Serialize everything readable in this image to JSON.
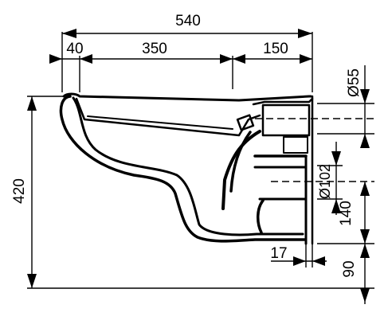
{
  "drawing": {
    "overall_width": "540",
    "rim_offset": "40",
    "bowl_depth": "350",
    "rear_offset": "150",
    "height": "420",
    "inlet_diameter": "Ø55",
    "outlet_diameter": "Ø102",
    "outlet_height": "140",
    "floor_offset": "90",
    "outlet_projection": "17"
  }
}
